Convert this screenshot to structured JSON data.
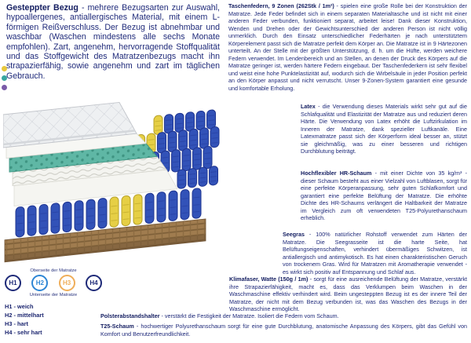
{
  "page": {
    "background": "#ffffff",
    "text_color": "#1f2a7a",
    "heading_color": "#121c60"
  },
  "paragraphs": {
    "bezug": {
      "title": "Gesteppter Bezug",
      "body": " - mehrere Bezugsarten zur Auswahl, hypoallergenes, antiallergisches Material, mit einem L-förmigen Reißverschluss. Der Bezug ist abnehmbar und waschbar (Waschen mindestens alle sechs Monate empfohlen). Zart, angenehm, hervorragende Stoffqualität und das Stoffgewicht des Matratzenbezugs macht ihn strapazierfähig, sowie angenehm und zart im täglichen Gebrauch."
    },
    "taschenfedern": {
      "title": "Taschenfedern, 9 Zonen (262Stk / 1m²)",
      "body": " - spielen eine große Rolle bei der Konstruktion der Matratze. Jede Feder befindet sich in einem separaten Materialtasche und ist nicht mit einer anderen Feder verbunden, funktioniert separat, arbeitet leise! Dank dieser Konstruktion, Wenden und Drehen oder der Gewichtsunterschied der anderen Person ist nicht völlig unmerklich. Durch den Einsatz unterschiedlicher Federhärten je nach unterstütztem Körperelement passt sich die Matratze perfekt dem Körper an. Die Matratze ist in 9 Härtezonen unterteilt. An der Stelle mit der größten Unterstützung, d. h. um die Hüfte, werden weichere Federn verwendet. Im Lendenbereich und an Stellen, an denen der Druck des Körpers auf die Matratze geringer ist, werden härtere Federn eingebaut. Der Taschenfederkern ist sehr flexibel und weist eine hohe Punktelastizität auf, wodurch sich die Wirbelsäule in jeder Position perfekt an den Körper anpasst und nicht verrutscht. Unser 9-Zonen-System garantiert eine gesunde und komfortable Erholung."
    },
    "latex": {
      "title": "Latex",
      "body": " - die Verwendung dieses Materials wirkt sehr gut auf die Schlafqualität und Elastizität der Matratze aus und reduziert deren Härte. Die Verwendung von Latex erhöht die Luftzirkulation im Inneren der Matratze, dank spezieller Luftkanäle. Eine Latexmatratze passt sich der Körperform ideal besser an, stützt sie gleichmäßig, was zu einer besseren und richtigen Durchblutung beiträgt."
    },
    "hr_schaum": {
      "title": "Hochflexibler HR-Schaum",
      "body": " - mit einer Dichte von 35 kg/m³ - dieser Schaum besteht aus einer Vielzahl von Luftblasen, sorgt für eine perfekte Körperanpassung, sehr guten Schlafkomfort und garantiert eine perfekte Belüftung der Matratze. Die erhöhte Dichte des HR-Schaums verlängert die Haltbarkeit der Matratze im Vergleich zum oft verwendeten T25-Polyurethanschaum erheblich."
    },
    "seegras": {
      "title": "Seegras",
      "body": " - 100% natürlicher Rohstoff verwendet zum Härten der Matratze. Die Seegrasseite ist die harte Seite, hat Belüftungseigenschaften, verhindert übermäßiges Schwitzen, ist antiallergisch und antimykotisch. Es hat einen charakteristischen Geruch von trockenem Gras. Wird für Matratzen mit Aromatherapie verwendet - es wirkt sich positiv auf Entspannung und Schlaf aus."
    },
    "klimafaser": {
      "title": "Klimafaser, Watte (150g / 1m)",
      "body": " - sorgt für eine ausreichende Belüftung der Matratze, verstärkt ihre Strapazierfähigkeit, macht es, dass das Verklumpen beim Waschen in der Waschmaschine effektiv verhindert wird. Beim ungesteppten Bezug ist es der innere Teil der Matratze, der nicht mit dem Bezug verbunden ist, was das Waschen des Bezugs in der Waschmaschine ermöglicht."
    },
    "polsterabstandshalter": {
      "title": "Polsterabstandshalter",
      "body": " - verstärkt die Festigkeit der Matratze. Isoliert die Federn vom Schaum."
    },
    "t25": {
      "title": "T25-Schaum",
      "body": " - hochwertiger Polyurethanschaum sorgt für eine gute Durchblutung, anatomische Anpassung des Körpers, gibt das Gefühl von Komfort und Benutzerfreundlichkeit."
    }
  },
  "legend": {
    "top_label": "Oberseite der Matratze",
    "bottom_label": "Unterseite der Matratze",
    "hardness": [
      {
        "id": "H1",
        "label": "H1 - weich",
        "color": "#1e2a78"
      },
      {
        "id": "H2",
        "label": "H2 - mittelhart",
        "color": "#2e86d5"
      },
      {
        "id": "H3",
        "label": "H3 - hart",
        "color": "#efae5a"
      },
      {
        "id": "H4",
        "label": "H4 - sehr hart",
        "color": "#1e2a78"
      }
    ]
  },
  "illustration": {
    "name": "mattress-cross-section",
    "colors": {
      "spring_blue": "#3252b8",
      "spring_yellow": "#e6cf45",
      "latex_teal": "#5fb7a5",
      "latex_teal_dark": "#3f9482",
      "base_brown": "#a07c4f",
      "quilt": "#eef0f2",
      "quilt_line": "#cfd2d8"
    }
  },
  "markers": [
    {
      "color": "#e8c83c"
    },
    {
      "color": "#3aa7a0"
    },
    {
      "color": "#7a5ba8"
    }
  ]
}
